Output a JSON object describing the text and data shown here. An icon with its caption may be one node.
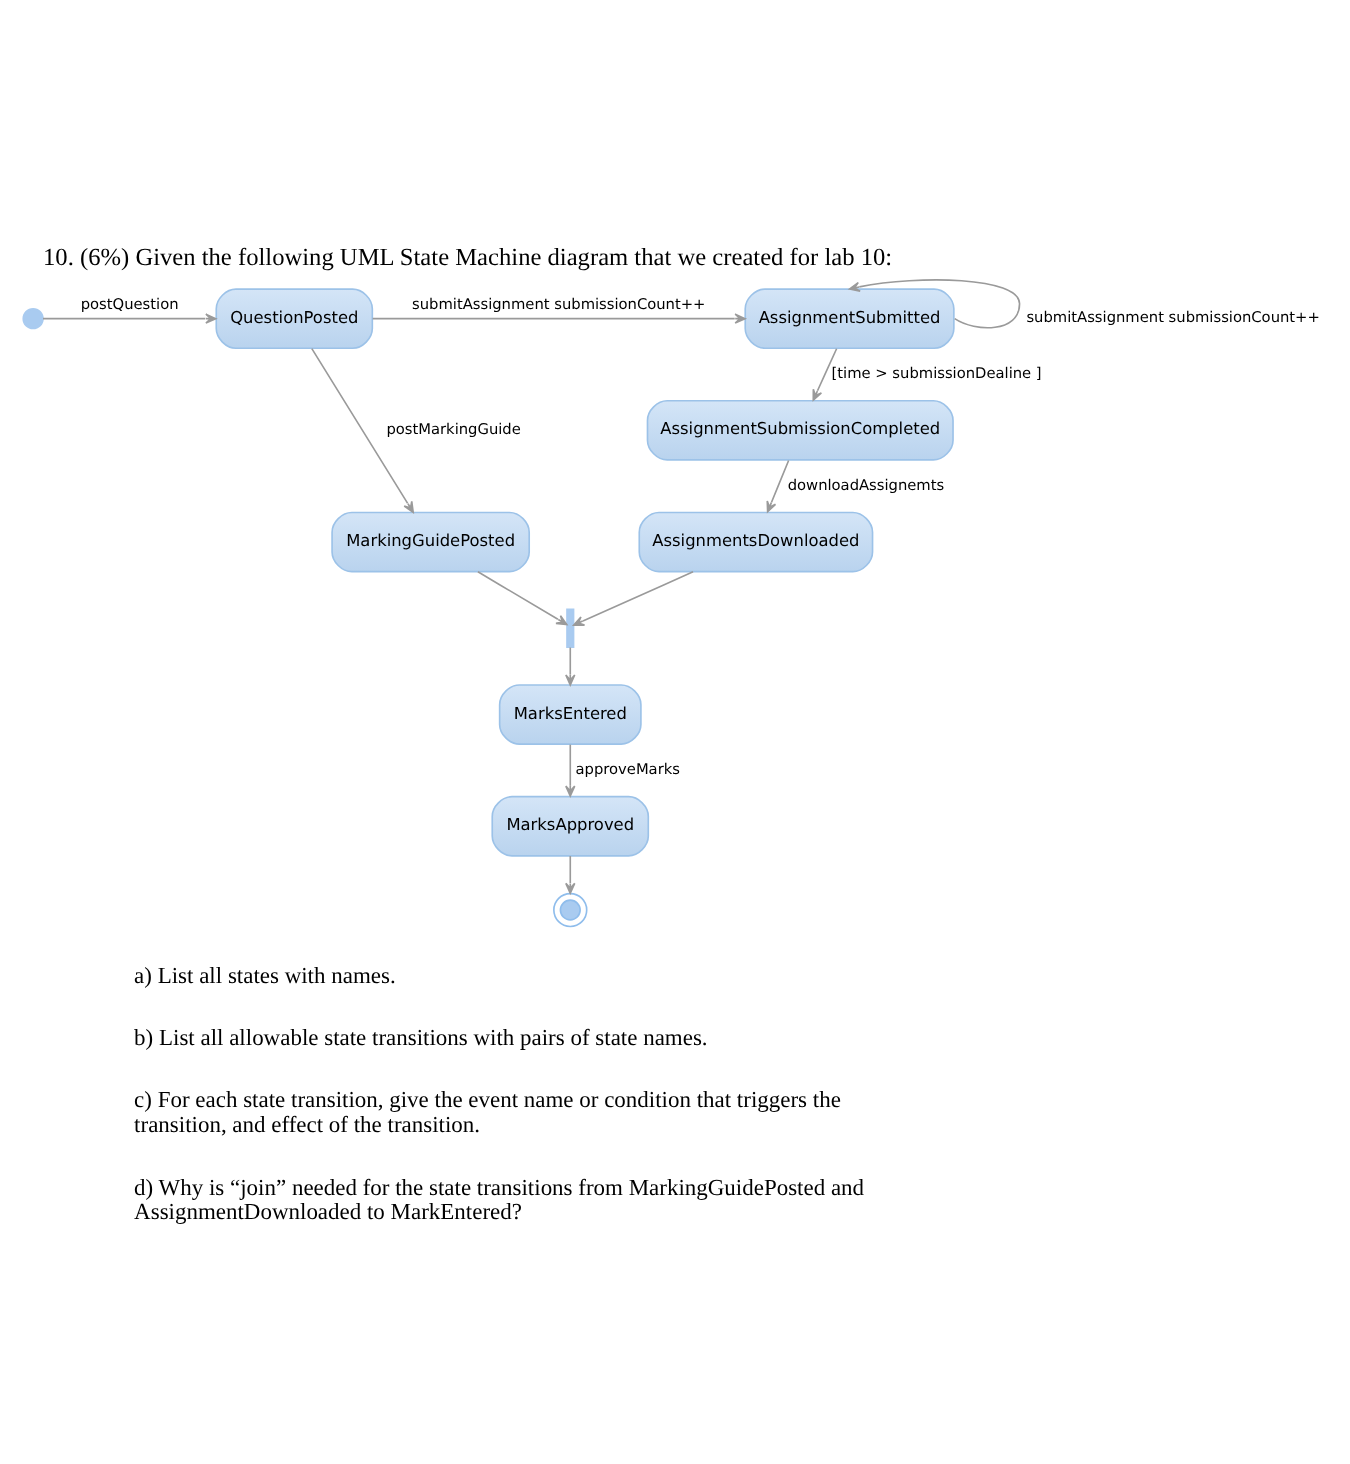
{
  "diagram": {
    "title": "10. (6%) Given the following UML State Machine diagram that we created for lab 10:",
    "nodes": [
      {
        "text": [],
        "shape": "circle"
      },
      {
        "text": [
          "QuestionPosted"
        ]
      },
      {
        "text": [
          "AssignmentSubmitted"
        ]
      },
      {
        "text": [
          "AssignmentSubmissionCompleted"
        ]
      },
      {
        "text": [
          "MarkingGuidePosted"
        ]
      },
      {
        "text": [
          "AssignmentsDownloaded"
        ]
      },
      {
        "text": [],
        "shape": "bar"
      },
      {
        "text": [
          "MarksEntered"
        ]
      },
      {
        "text": [
          "MarksApproved"
        ]
      },
      {
        "text": [],
        "shape": "circle"
      }
    ],
    "edges": [
      {
        "from": 0,
        "to": 1,
        "arrow": "to",
        "label": "postQuestion"
      },
      {
        "from": 1,
        "to": 2,
        "arrow": "to",
        "label": "submitAssignment submissionCount++"
      },
      {
        "from": 2,
        "to": 2,
        "arrow": "to",
        "label": "submitAssignment submissionCount++"
      },
      {
        "from": 2,
        "to": 3,
        "arrow": "to",
        "label": "[time > submissionDealine ]"
      },
      {
        "from": 1,
        "to": 4,
        "arrow": "to",
        "label": "postMarkingGuide"
      },
      {
        "from": 3,
        "to": 5,
        "arrow": "to",
        "label": "downloadAssignemts"
      },
      {
        "from": 4,
        "to": 6,
        "arrow": "to"
      },
      {
        "from": 5,
        "to": 6,
        "arrow": "to"
      },
      {
        "from": 6,
        "to": 7,
        "arrow": "to"
      },
      {
        "from": 7,
        "to": 8,
        "arrow": "to",
        "label": "approveMarks"
      },
      {
        "from": 8,
        "to": 9,
        "arrow": "to"
      }
    ],
    "labels": [
      "a) List all states with names.",
      "b) List all allowable state transitions with pairs of state names.",
      "c) For each state transition, give the event name or condition that triggers the transition, and effect of the transition.",
      "d) Why is “join” needed for the state transitions from MarkingGuidePosted and AssignmentDownloaded to MarkEntered?"
    ]
  }
}
